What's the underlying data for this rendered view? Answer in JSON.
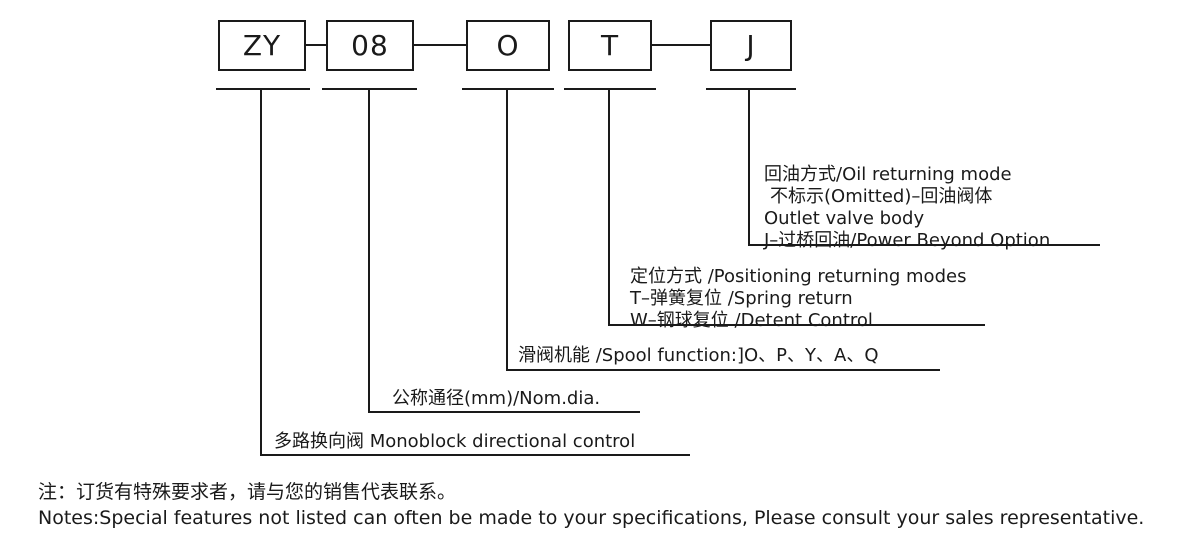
{
  "code_boxes": [
    {
      "label": "ZY"
    },
    {
      "label": "08"
    },
    {
      "label": "O"
    },
    {
      "label": "T"
    },
    {
      "label": "J"
    }
  ],
  "legend": {
    "oil_return": {
      "lines": [
        "回油方式/Oil returning mode",
        "不标示(Omitted)–回油阀体",
        "Outlet valve body",
        "J–过桥回油/Power Beyond Option"
      ]
    },
    "positioning": {
      "lines": [
        "定位方式 /Positioning returning modes",
        "T–弹簧复位 /Spring return",
        "W–钢球复位 /Detent Control"
      ]
    },
    "spool_function": {
      "lines": [
        "滑阀机能 /Spool function:]O、P、Y、A、Q"
      ]
    },
    "nominal_diameter": {
      "lines": [
        "公称通径(mm)/Nom.dia."
      ]
    },
    "valve_type": {
      "lines": [
        "多路换向阀 Monoblock directional control"
      ]
    }
  },
  "notes": {
    "line1": "注：订货有特殊要求者，请与您的销售代表联系。",
    "line2": "Notes:Special features not listed can often be made to your specifications, Please consult your sales representative."
  }
}
